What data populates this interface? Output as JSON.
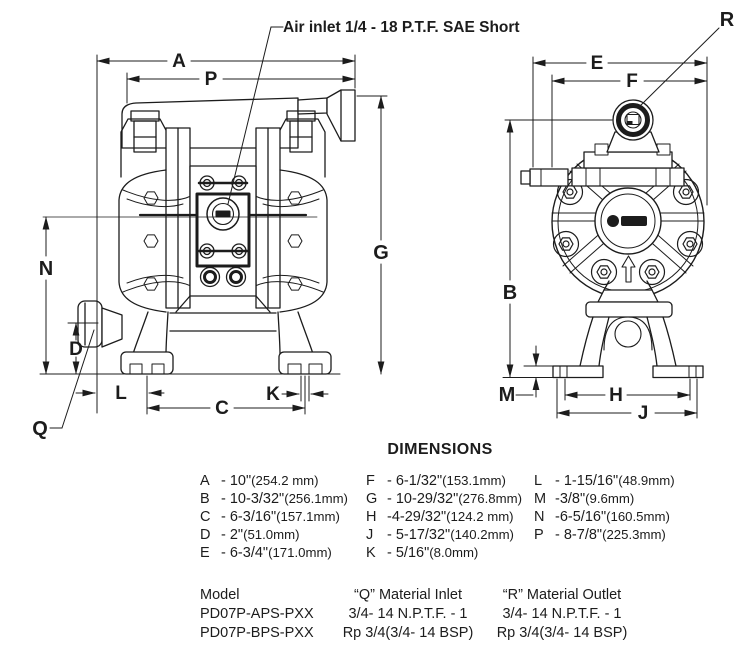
{
  "drawing": {
    "air_inlet_label": "Air inlet 1/4 - 18 P.T.F. SAE Short",
    "front_labels": {
      "A": "A",
      "P": "P",
      "G": "G",
      "N": "N",
      "D": "D",
      "Q": "Q",
      "L": "L",
      "C": "C",
      "K": "K"
    },
    "side_labels": {
      "E": "E",
      "F": "F",
      "R": "R",
      "B": "B",
      "M": "M",
      "H": "H",
      "J": "J"
    }
  },
  "dimensions": {
    "title": "DIMENSIONS",
    "col1": [
      {
        "k": "A",
        "v": "- 10\"",
        "m": "(254.2 mm)"
      },
      {
        "k": "B",
        "v": "- 10-3/32\"",
        "m": "(256.1mm)"
      },
      {
        "k": "C",
        "v": "- 6-3/16\"",
        "m": "(157.1mm)"
      },
      {
        "k": "D",
        "v": "- 2\"",
        "m": "(51.0mm)"
      },
      {
        "k": "E",
        "v": "- 6-3/4\"",
        "m": "(171.0mm)"
      }
    ],
    "col2": [
      {
        "k": "F",
        "v": "- 6-1/32\"",
        "m": "(153.1mm)"
      },
      {
        "k": "G",
        "v": "- 10-29/32\"",
        "m": "(276.8mm)"
      },
      {
        "k": "H",
        "v": "-4-29/32\"",
        "m": "(124.2 mm)"
      },
      {
        "k": "J",
        "v": "- 5-17/32\"",
        "m": "(140.2mm)"
      },
      {
        "k": "K",
        "v": "- 5/16\"",
        "m": "(8.0mm)"
      }
    ],
    "col3": [
      {
        "k": "L",
        "v": "- 1-15/16\"",
        "m": "(48.9mm)"
      },
      {
        "k": "M",
        "v": "-3/8\"",
        "m": "(9.6mm)"
      },
      {
        "k": "N",
        "v": "-6-5/16\"",
        "m": "(160.5mm)"
      },
      {
        "k": "P",
        "v": "- 8-7/8\"",
        "m": "(225.3mm)"
      }
    ]
  },
  "models": {
    "headers": [
      "Model",
      "“Q” Material Inlet",
      "“R” Material Outlet"
    ],
    "rows": [
      [
        "PD07P-APS-PXX",
        "3/4- 14 N.P.T.F. - 1",
        "3/4- 14 N.P.T.F. - 1"
      ],
      [
        "PD07P-BPS-PXX",
        "Rp 3/4(3/4- 14 BSP)",
        "Rp 3/4(3/4- 14 BSP)"
      ]
    ]
  },
  "colors": {
    "ink": "#1c1c1c",
    "paper": "#ffffff"
  }
}
